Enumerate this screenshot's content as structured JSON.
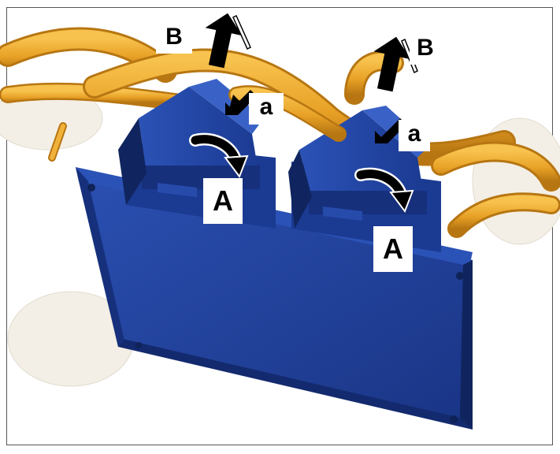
{
  "labels": {
    "B": "B",
    "a": "a",
    "A": "A"
  },
  "colors": {
    "housing_blue": "#1f3f99",
    "housing_dark": "#132a6e",
    "cable_orange": "#e8a126",
    "cable_shadow": "#b77612",
    "arrow_black": "#000000",
    "frame_border": "#555555"
  },
  "icons": {
    "pull_arrow": "pull-up-arrow-icon",
    "press_arrow": "press-arrow-icon",
    "rotate_arrow": "curved-rotate-arrow-icon"
  }
}
